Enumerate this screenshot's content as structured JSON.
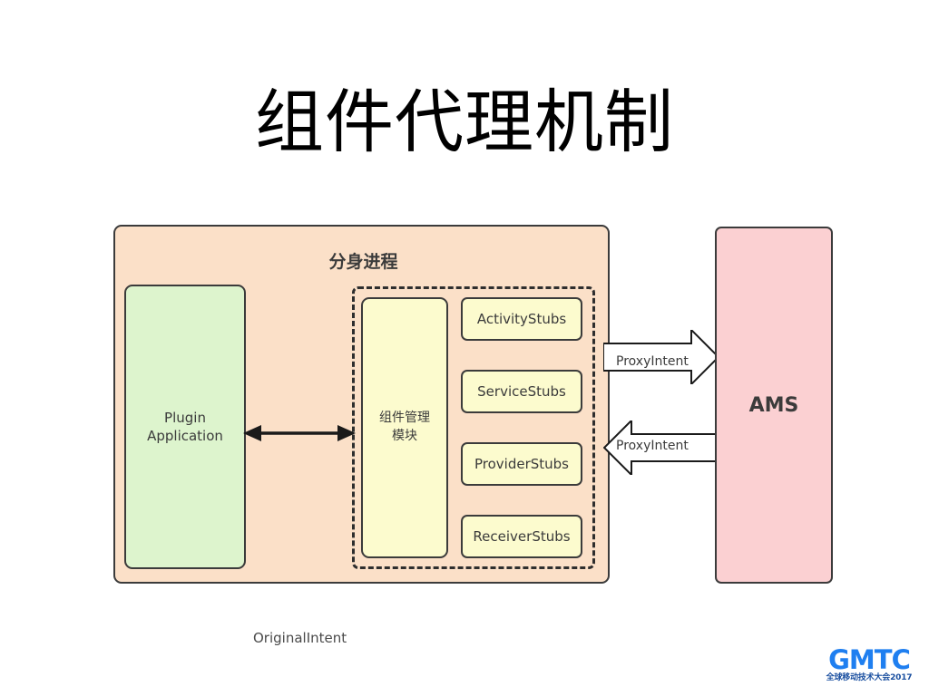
{
  "slide": {
    "title": "组件代理机制"
  },
  "diagram": {
    "process_container": {
      "title": "分身进程",
      "fill_color": "#fbe0c8",
      "border_color": "#3b3b3b"
    },
    "plugin_app": {
      "label": "Plugin\nApplication",
      "fill_color": "#ddf4cd"
    },
    "component_manager": {
      "label": "组件管理\n模块",
      "fill_color": "#fcfbce"
    },
    "stub_region": {
      "border_style": "dashed",
      "stubs": [
        {
          "label": "ActivityStubs"
        },
        {
          "label": "ServiceStubs"
        },
        {
          "label": "ProviderStubs"
        },
        {
          "label": "ReceiverStubs"
        }
      ]
    },
    "ams": {
      "label": "AMS",
      "fill_color": "#fbd0d2"
    },
    "arrows": {
      "bidirectional": {
        "name": "plugin-app-to-component-manager",
        "direction": "both"
      },
      "proxy_out": {
        "label": "ProxyIntent",
        "direction": "right"
      },
      "proxy_in": {
        "label": "ProxyIntent",
        "direction": "left"
      }
    },
    "original_intent_label": "OriginalIntent"
  },
  "logo": {
    "wordmark": "GMTC",
    "tagline": "全球移动技术大会2017",
    "brand_color": "#1f7ff0",
    "tagline_color": "#1a4fa0"
  }
}
